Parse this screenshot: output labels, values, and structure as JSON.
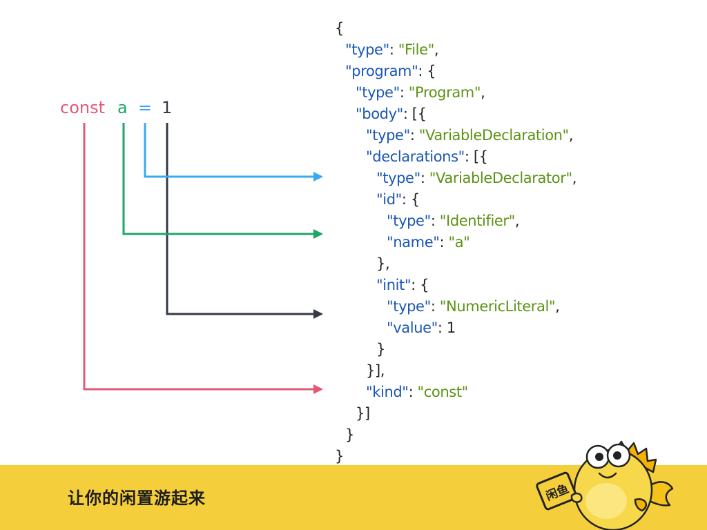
{
  "source": {
    "keyword": "const",
    "identifier": "a",
    "operator": "=",
    "literal": "1"
  },
  "colors": {
    "keyword": "#e05a77",
    "identifier": "#1da56a",
    "operator": "#3aa9f2",
    "literal": "#343a46",
    "json_key": "#1a56b3",
    "json_string": "#5c9214",
    "footer": "#f5cf3b"
  },
  "ast_lines": [
    [
      {
        "t": "p",
        "v": "{"
      }
    ],
    [
      {
        "t": "k",
        "v": "\"type\""
      },
      {
        "t": "p",
        "v": ": "
      },
      {
        "t": "s",
        "v": "\"File\""
      },
      {
        "t": "p",
        "v": ","
      }
    ],
    [
      {
        "t": "k",
        "v": "\"program\""
      },
      {
        "t": "p",
        "v": ": {"
      }
    ],
    [
      {
        "t": "k",
        "v": "\"type\""
      },
      {
        "t": "p",
        "v": ": "
      },
      {
        "t": "s",
        "v": "\"Program\""
      },
      {
        "t": "p",
        "v": ","
      }
    ],
    [
      {
        "t": "k",
        "v": "\"body\""
      },
      {
        "t": "p",
        "v": ": [{"
      }
    ],
    [
      {
        "t": "k",
        "v": "\"type\""
      },
      {
        "t": "p",
        "v": ": "
      },
      {
        "t": "s",
        "v": "\"VariableDeclaration\""
      },
      {
        "t": "p",
        "v": ","
      }
    ],
    [
      {
        "t": "k",
        "v": "\"declarations\""
      },
      {
        "t": "p",
        "v": ": [{"
      }
    ],
    [
      {
        "t": "k",
        "v": "\"type\""
      },
      {
        "t": "p",
        "v": ": "
      },
      {
        "t": "s",
        "v": "\"VariableDeclarator\""
      },
      {
        "t": "p",
        "v": ","
      }
    ],
    [
      {
        "t": "k",
        "v": "\"id\""
      },
      {
        "t": "p",
        "v": ": {"
      }
    ],
    [
      {
        "t": "k",
        "v": "\"type\""
      },
      {
        "t": "p",
        "v": ": "
      },
      {
        "t": "s",
        "v": "\"Identifier\""
      },
      {
        "t": "p",
        "v": ","
      }
    ],
    [
      {
        "t": "k",
        "v": "\"name\""
      },
      {
        "t": "p",
        "v": ": "
      },
      {
        "t": "s",
        "v": "\"a\""
      }
    ],
    [
      {
        "t": "p",
        "v": "},"
      }
    ],
    [
      {
        "t": "k",
        "v": "\"init\""
      },
      {
        "t": "p",
        "v": ": {"
      }
    ],
    [
      {
        "t": "k",
        "v": "\"type\""
      },
      {
        "t": "p",
        "v": ": "
      },
      {
        "t": "s",
        "v": "\"NumericLiteral\""
      },
      {
        "t": "p",
        "v": ","
      }
    ],
    [
      {
        "t": "k",
        "v": "\"value\""
      },
      {
        "t": "p",
        "v": ": "
      },
      {
        "t": "v",
        "v": "1"
      }
    ],
    [
      {
        "t": "p",
        "v": "}"
      }
    ],
    [
      {
        "t": "p",
        "v": "}],"
      }
    ],
    [
      {
        "t": "k",
        "v": "\"kind\""
      },
      {
        "t": "p",
        "v": ": "
      },
      {
        "t": "s",
        "v": "\"const\""
      }
    ],
    [
      {
        "t": "p",
        "v": "}]"
      }
    ],
    [
      {
        "t": "p",
        "v": "}"
      }
    ],
    [
      {
        "t": "p",
        "v": "}"
      }
    ]
  ],
  "footer": {
    "text": "让你的闲置游起来",
    "logo_mark": "闲鱼"
  },
  "icons": [
    "arrow-icon",
    "fish-mascot-icon"
  ]
}
